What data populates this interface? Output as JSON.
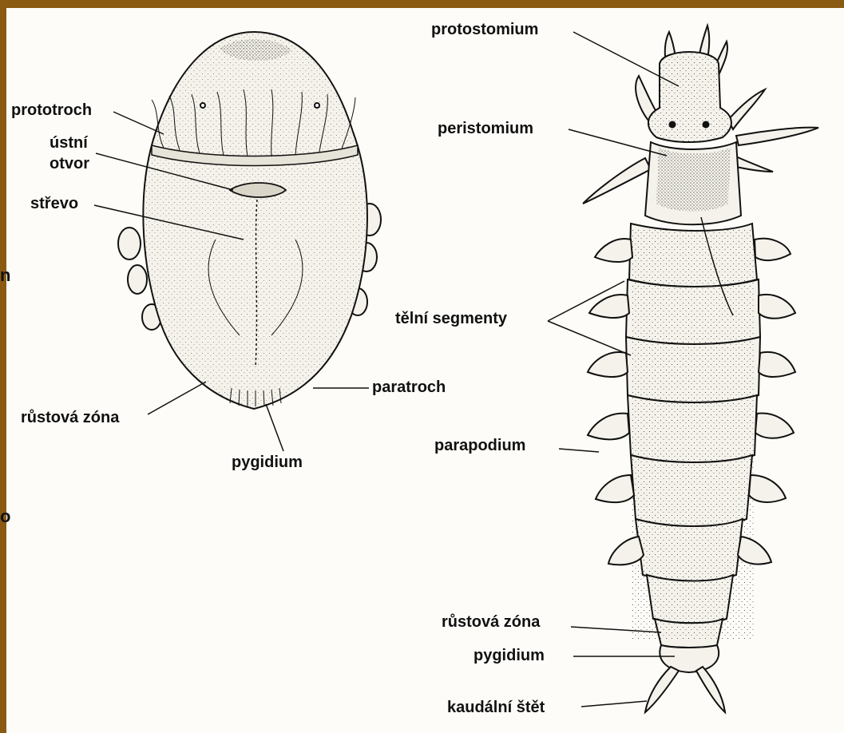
{
  "colors": {
    "frame": "#8a5a12",
    "ink": "#111111",
    "paper": "#fdfcf8",
    "body_fill": "#f4f2ea"
  },
  "left_larva": {
    "labels": {
      "prototroch": "prototroch",
      "mouth_line1": "ústní",
      "mouth_line2": "otvor",
      "gut": "střevo",
      "paratroch": "paratroch",
      "growth_zone": "růstová zóna",
      "pygidium": "pygidium"
    }
  },
  "right_worm": {
    "labels": {
      "protostomium": "protostomium",
      "peristomium": "peristomium",
      "body_segments": "tělní segmenty",
      "parapodium": "parapodium",
      "growth_zone": "růstová zóna",
      "pygidium": "pygidium",
      "caudal_cirri": "kaudální štět"
    }
  },
  "cutoff_fragments": {
    "upper": "n",
    "lower": "o"
  }
}
